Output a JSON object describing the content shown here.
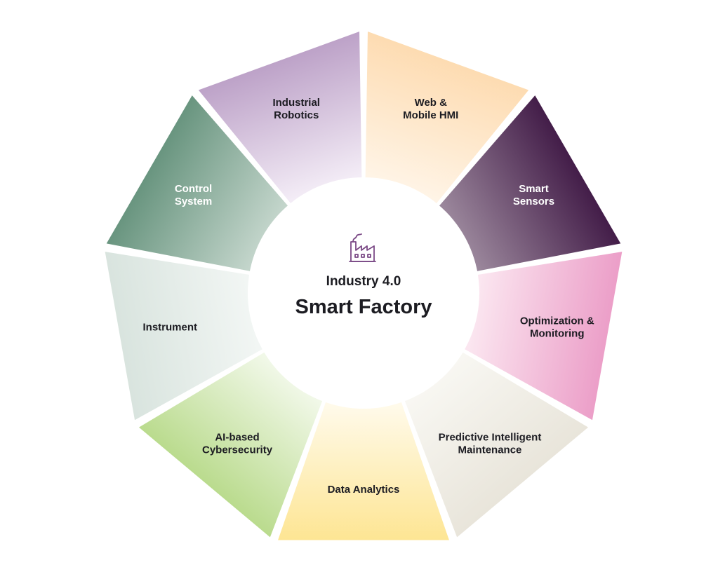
{
  "center": {
    "icon": "factory-icon",
    "icon_color": "#7b4a86",
    "subtitle": "Industry 4.0",
    "title": "Smart Factory"
  },
  "segments": [
    {
      "id": "web-mobile-hmi",
      "lines": [
        "Web &",
        "Mobile HMI"
      ],
      "color_outer": "#fdd9ac",
      "color_inner": "#fff4e6",
      "text_color": "#1c1c22"
    },
    {
      "id": "smart-sensors",
      "lines": [
        "Smart",
        "Sensors"
      ],
      "color_outer": "#3a1240",
      "color_inner": "#9a869b",
      "text_color": "#ffffff"
    },
    {
      "id": "optimization-monitoring",
      "lines": [
        "Optimization &",
        "Monitoring"
      ],
      "color_outer": "#ea97c4",
      "color_inner": "#fbe6f0",
      "text_color": "#1c1c22"
    },
    {
      "id": "predictive-intelligent-maintenance",
      "lines": [
        "Predictive Intelligent",
        "Maintenance"
      ],
      "color_outer": "#e7e3d8",
      "color_inner": "#f8f7f2",
      "text_color": "#1c1c22"
    },
    {
      "id": "data-analytics",
      "lines": [
        "Data Analytics"
      ],
      "color_outer": "#fde38a",
      "color_inner": "#fffaea",
      "text_color": "#1c1c22"
    },
    {
      "id": "ai-based-cybersecurity",
      "lines": [
        "AI-based",
        "Cybersecurity"
      ],
      "color_outer": "#b4d884",
      "color_inner": "#f1f8e8",
      "text_color": "#1c1c22"
    },
    {
      "id": "instrument",
      "lines": [
        "Instrument"
      ],
      "color_outer": "#d6e2dc",
      "color_inner": "#f2f6f4",
      "text_color": "#1c1c22"
    },
    {
      "id": "control-system",
      "lines": [
        "Control",
        "System"
      ],
      "color_outer": "#5f8e77",
      "color_inner": "#c3d5cb",
      "text_color": "#ffffff"
    },
    {
      "id": "industrial-robotics",
      "lines": [
        "Industrial",
        "Robotics"
      ],
      "color_outer": "#b79ac3",
      "color_inner": "#f3ecf6",
      "text_color": "#1c1c22"
    }
  ]
}
